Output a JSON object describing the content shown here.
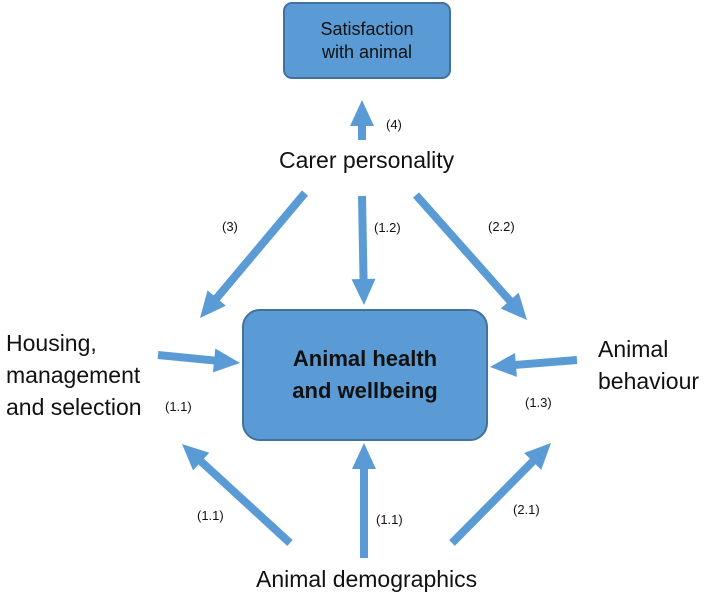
{
  "boxes": {
    "satisfaction": {
      "line1": "Satisfaction",
      "line2": "with animal"
    },
    "health": {
      "line1": "Animal health",
      "line2": "and wellbeing"
    }
  },
  "nodes": {
    "carer": "Carer personality",
    "housing": {
      "line1": "Housing,",
      "line2": "management",
      "line3": "and selection"
    },
    "behaviour": {
      "line1": "Animal",
      "line2": "behaviour"
    },
    "demographics": "Animal demographics"
  },
  "labels": {
    "l4": "(4)",
    "l3": "(3)",
    "l12": "(1.2)",
    "l22": "(2.2)",
    "l11_housing": "(1.1)",
    "l13": "(1.3)",
    "l11_left": "(1.1)",
    "l11_center": "(1.1)",
    "l21": "(2.1)"
  },
  "colors": {
    "box_fill": "#5b9bd5",
    "box_border": "#41719c",
    "arrow": "#5b9bd5"
  }
}
